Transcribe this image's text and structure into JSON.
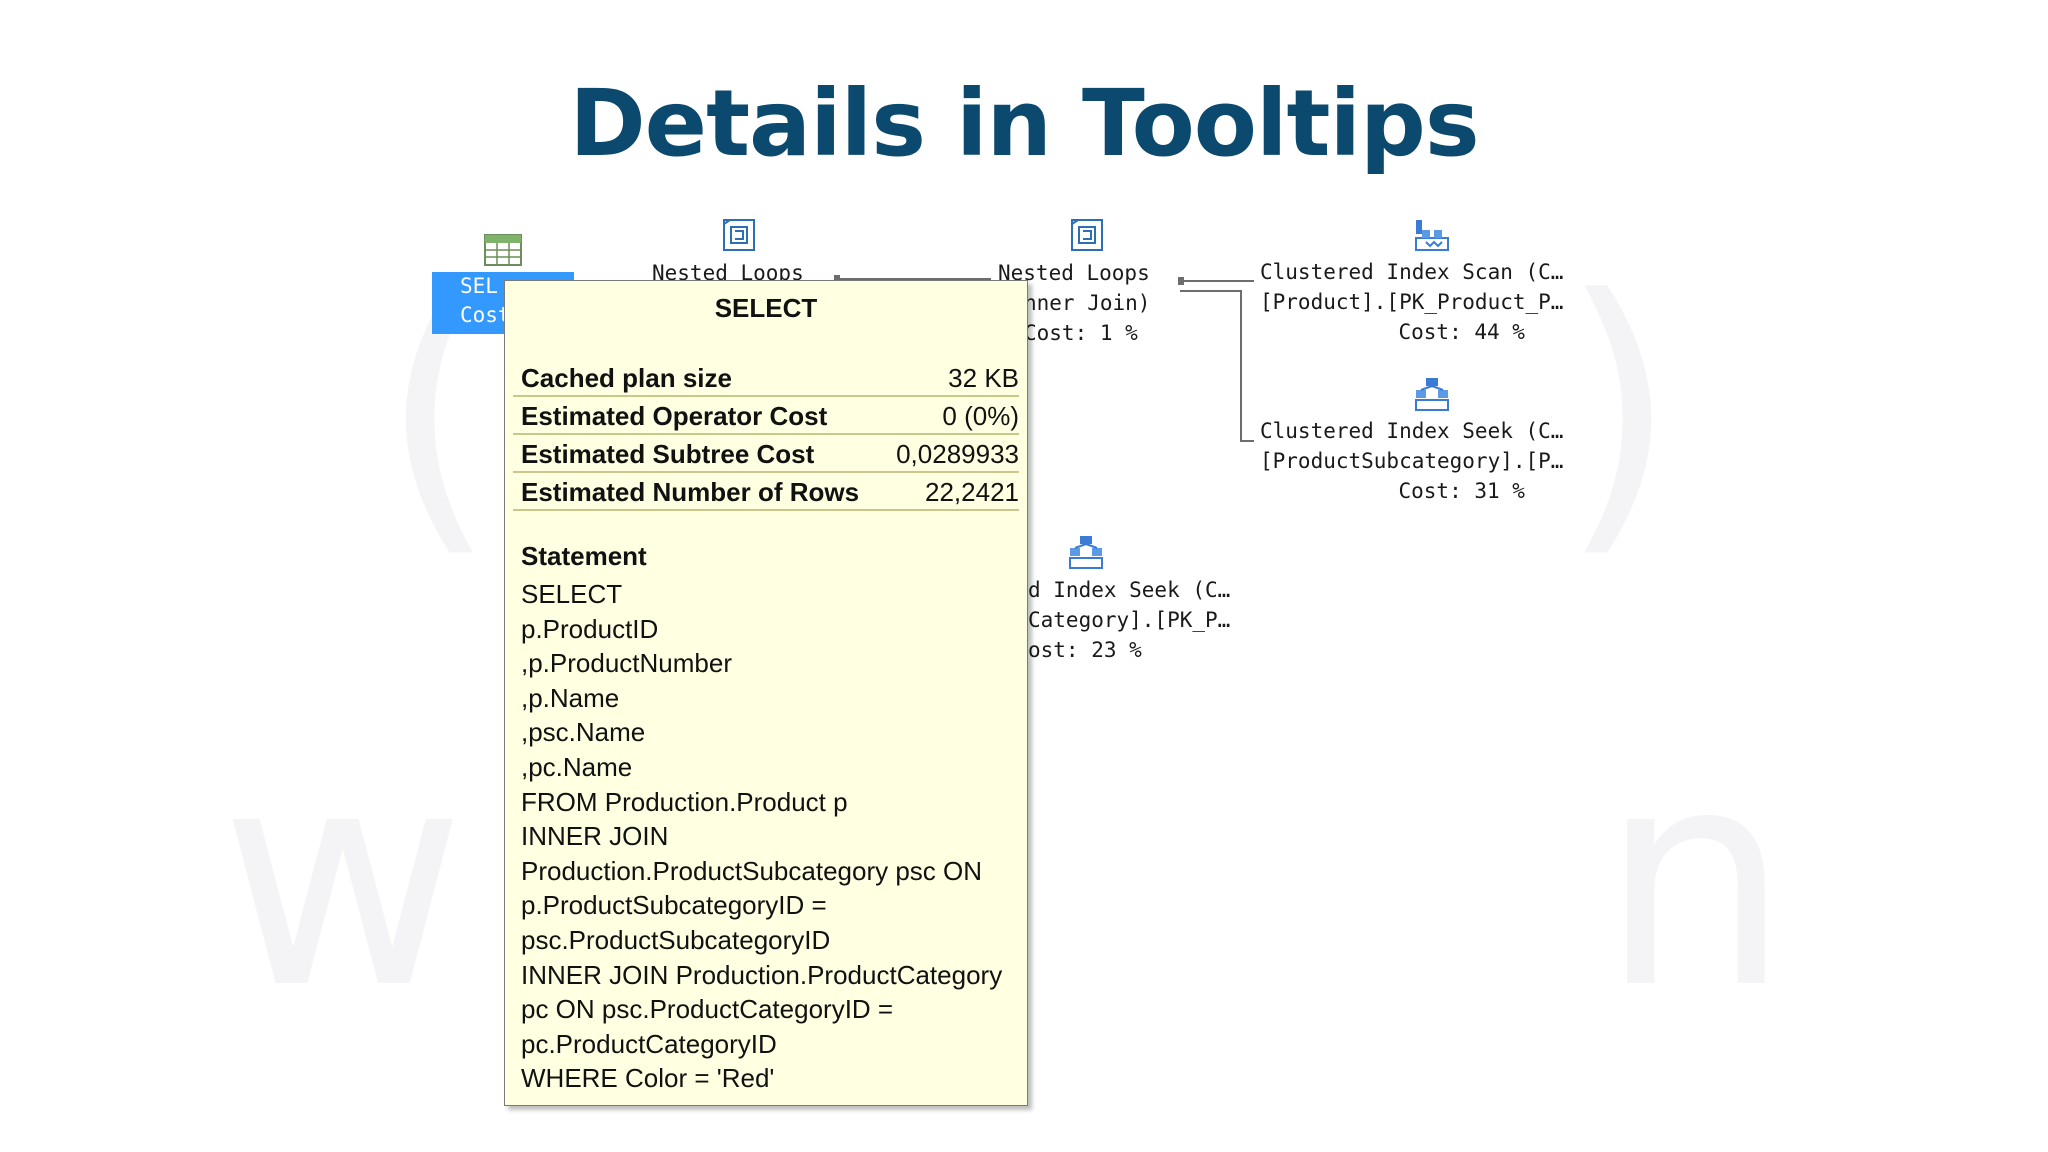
{
  "slide": {
    "title": "Details in Tooltips"
  },
  "plan": {
    "select_node": {
      "line1": "SEL",
      "line2": "Cost:"
    },
    "nested_loops_1": {
      "label": "Nested Loops"
    },
    "nested_loops_2": {
      "line1": "Nested Loops",
      "line2": "nner Join)",
      "line3": "Cost: 1 %"
    },
    "clustered_index_scan": {
      "line1": "Clustered Index Scan (C…",
      "line2": "[Product].[PK_Product_P…",
      "line3": "Cost: 44 %"
    },
    "clustered_index_seek_1": {
      "line1": "Clustered Index Seek (C…",
      "line2": "[ProductSubcategory].[P…",
      "line3": "Cost: 31 %"
    },
    "clustered_index_seek_2": {
      "line1": "d Index Seek (C…",
      "line2": "Category].[PK_P…",
      "line3": "ost: 23 %"
    }
  },
  "tooltip": {
    "title": "SELECT",
    "rows": [
      {
        "key": "Cached plan size",
        "value": "32 KB"
      },
      {
        "key": "Estimated Operator Cost",
        "value": "0 (0%)"
      },
      {
        "key": "Estimated Subtree Cost",
        "value": "0,0289933"
      },
      {
        "key": "Estimated Number of Rows",
        "value": "22,2421"
      }
    ],
    "statement_label": "Statement",
    "statement_lines": [
      "SELECT",
      "p.ProductID",
      ",p.ProductNumber",
      ",p.Name",
      ",psc.Name",
      ",pc.Name",
      "FROM Production.Product p",
      "INNER JOIN",
      "Production.ProductSubcategory psc ON",
      "p.ProductSubcategoryID =",
      "psc.ProductSubcategoryID",
      "INNER JOIN Production.ProductCategory",
      "pc ON psc.ProductCategoryID =",
      "pc.ProductCategoryID",
      "WHERE Color = 'Red'"
    ]
  },
  "icons": {
    "select": "result-grid-icon",
    "nested_loops": "nested-loops-icon",
    "index_scan": "clustered-index-scan-icon",
    "index_seek": "clustered-index-seek-icon"
  },
  "colors": {
    "title": "#0b4a6e",
    "selection": "#3399ff",
    "tooltip_bg": "#ffffe1"
  }
}
